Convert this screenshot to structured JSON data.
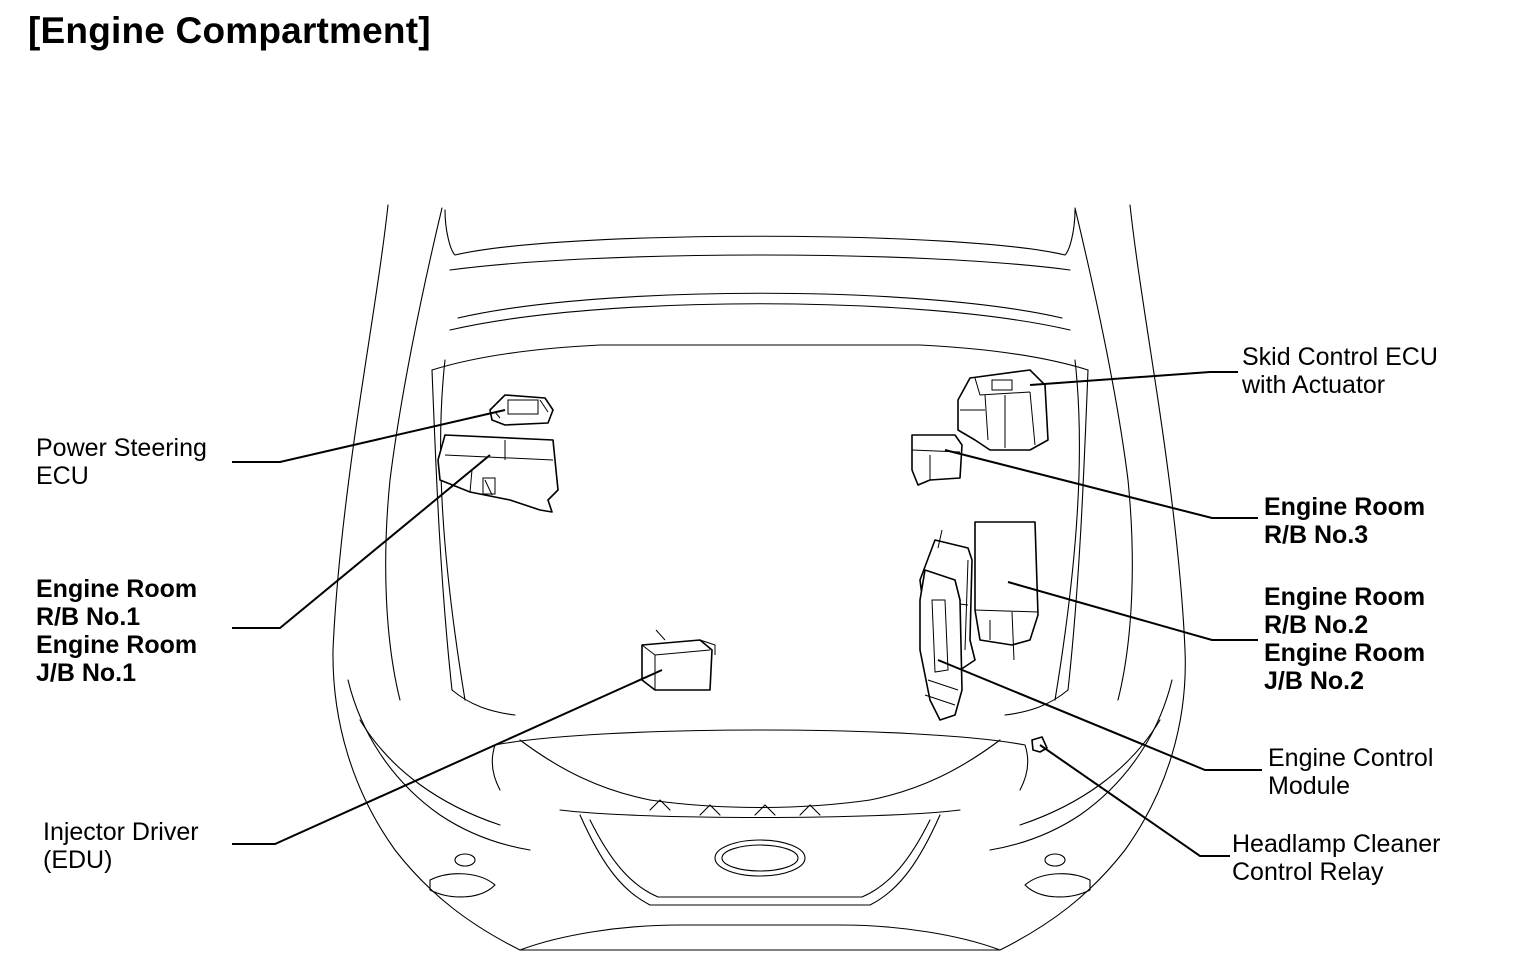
{
  "title": "[Engine Compartment]",
  "labels": {
    "power_steering_ecu": [
      "Power Steering",
      "ECU"
    ],
    "engine_room_rb1": [
      "Engine Room",
      "R/B No.1",
      "Engine Room",
      "J/B No.1"
    ],
    "injector_driver": [
      "Injector Driver",
      "(EDU)"
    ],
    "skid_control_ecu": [
      "Skid Control ECU",
      "with Actuator"
    ],
    "engine_room_rb3": [
      "Engine Room",
      "R/B No.3"
    ],
    "engine_room_rb2": [
      "Engine Room",
      "R/B No.2",
      "Engine Room",
      "J/B No.2"
    ],
    "engine_control_module": [
      "Engine Control",
      "Module"
    ],
    "headlamp_cleaner_relay": [
      "Headlamp Cleaner",
      "Control Relay"
    ]
  }
}
